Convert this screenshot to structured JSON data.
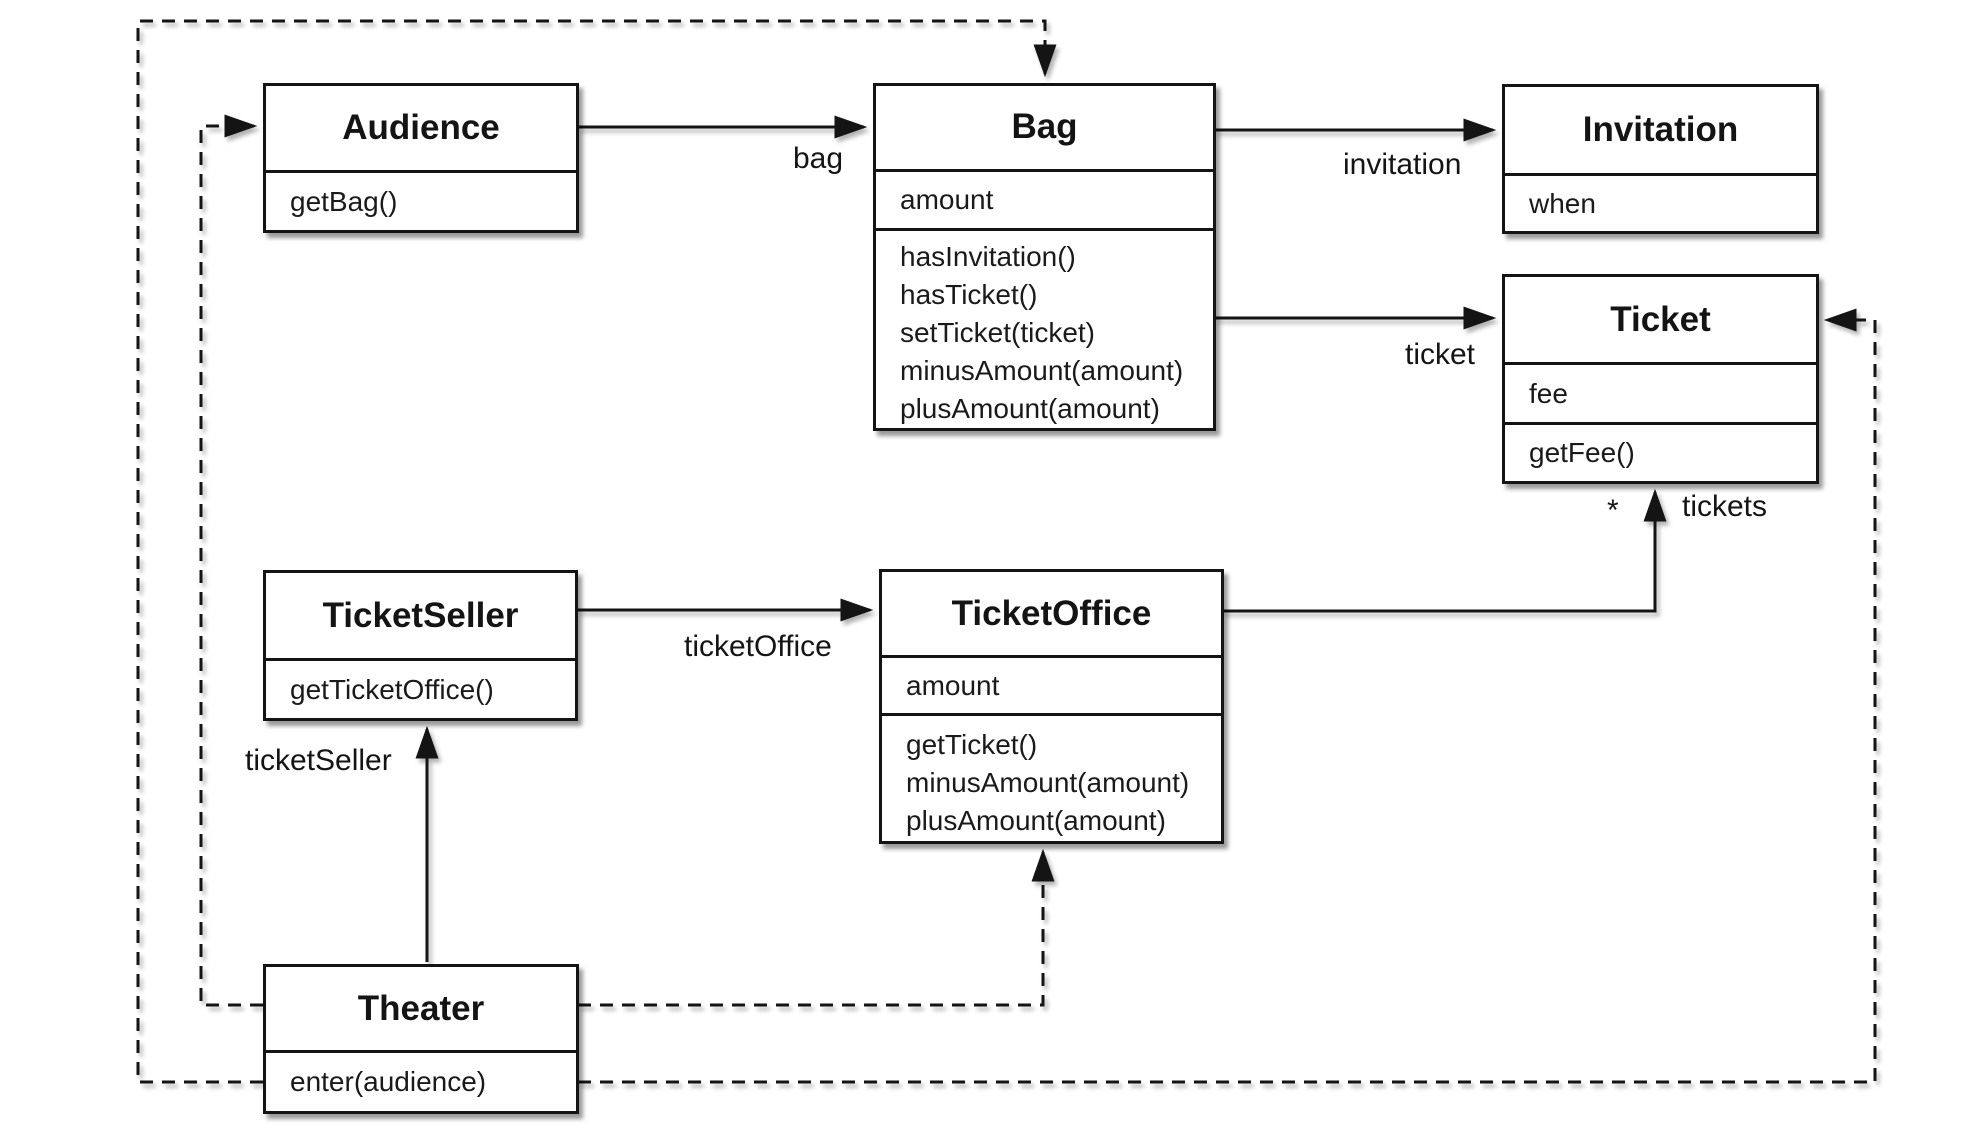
{
  "diagram": {
    "title": "Theater ticketing UML class diagram",
    "colors": {
      "line": "#141414",
      "box_fill": "#ffffff",
      "background": "#ffffff"
    },
    "classes": [
      {
        "name": "Audience",
        "attributes": [],
        "methods": [
          "getBag()"
        ]
      },
      {
        "name": "Bag",
        "attributes": [
          "amount"
        ],
        "methods": [
          "hasInvitation()",
          "hasTicket()",
          "setTicket(ticket)",
          "minusAmount(amount)",
          "plusAmount(amount)"
        ]
      },
      {
        "name": "Invitation",
        "attributes": [
          "when"
        ],
        "methods": []
      },
      {
        "name": "Ticket",
        "attributes": [
          "fee"
        ],
        "methods": [
          "getFee()"
        ]
      },
      {
        "name": "TicketSeller",
        "attributes": [],
        "methods": [
          "getTicketOffice()"
        ]
      },
      {
        "name": "TicketOffice",
        "attributes": [
          "amount"
        ],
        "methods": [
          "getTicket()",
          "minusAmount(amount)",
          "plusAmount(amount)"
        ]
      },
      {
        "name": "Theater",
        "attributes": [],
        "methods": [
          "enter(audience)"
        ]
      }
    ],
    "edge_labels": {
      "bag": "bag",
      "invitation": "invitation",
      "ticket": "ticket",
      "ticketOffice": "ticketOffice",
      "ticketSeller": "ticketSeller",
      "tickets": "tickets",
      "tickets_multiplicity": "*"
    }
  }
}
